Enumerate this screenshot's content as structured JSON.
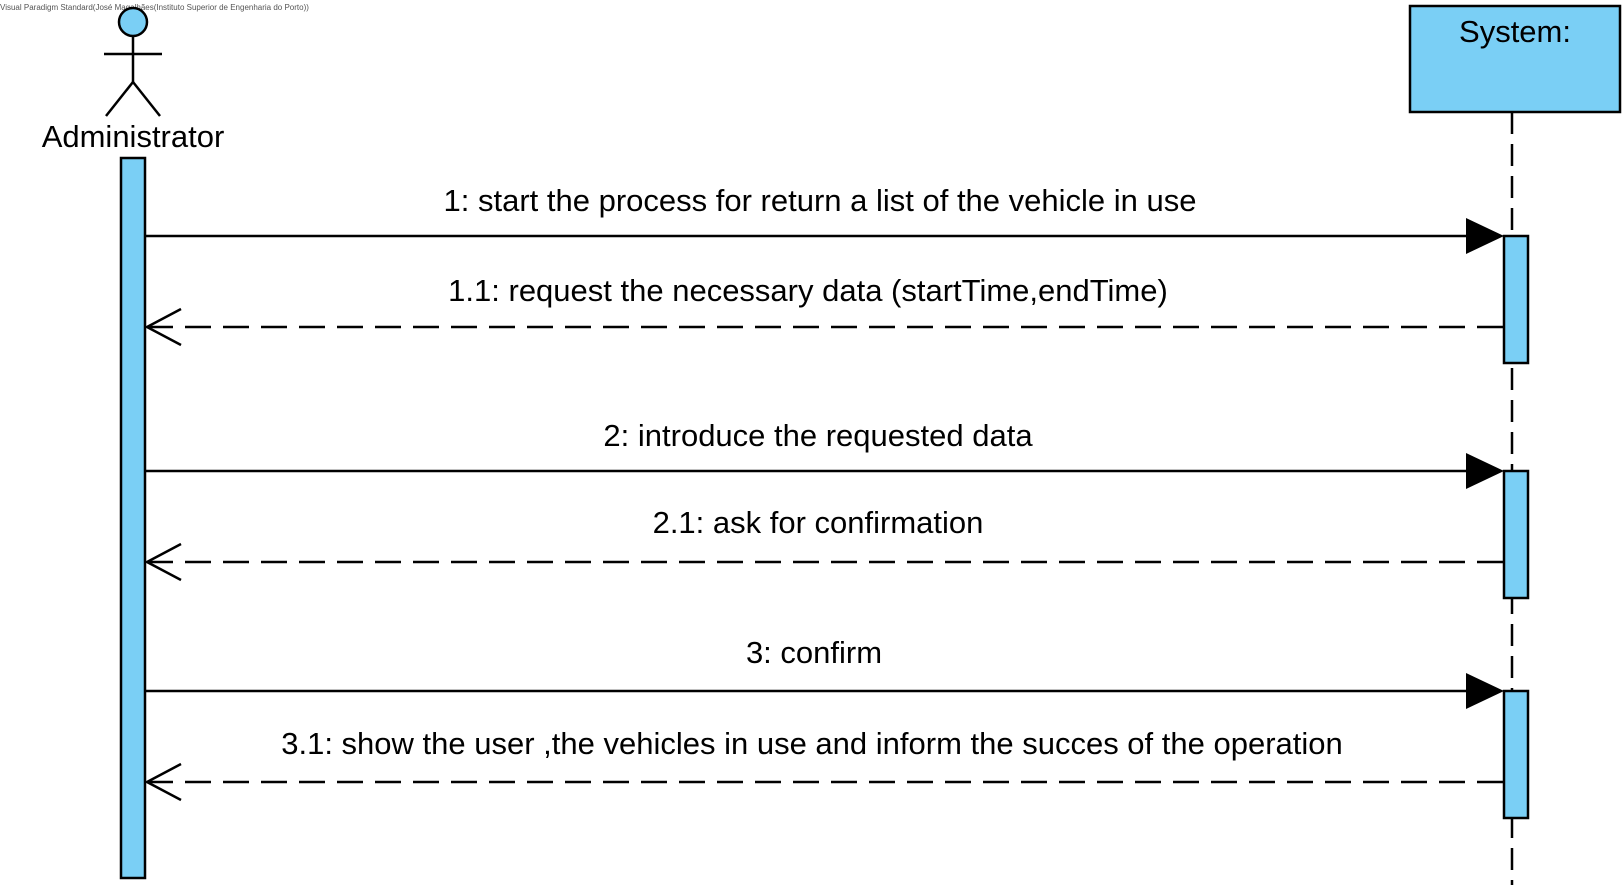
{
  "watermark": "Visual Paradigm Standard(José Magalhães(Instituto Superior de Engenharia do Porto))",
  "colors": {
    "fill": "#7ACFF5",
    "stroke": "#000000",
    "background": "#FFFFFF"
  },
  "actor": {
    "name": "Administrator"
  },
  "lifeline": {
    "name": "System:"
  },
  "messages": [
    {
      "id": "m1",
      "label": "1: start the process for return a list of the vehicle in use",
      "kind": "sync"
    },
    {
      "id": "m1_1",
      "label": "1.1: request the necessary data (startTime,endTime)",
      "kind": "return"
    },
    {
      "id": "m2",
      "label": "2: introduce the requested data",
      "kind": "sync"
    },
    {
      "id": "m2_1",
      "label": "2.1: ask for confirmation",
      "kind": "return"
    },
    {
      "id": "m3",
      "label": "3: confirm",
      "kind": "sync"
    },
    {
      "id": "m3_1",
      "label": "3.1: show the user ,the vehicles in use and inform the succes of the operation",
      "kind": "return"
    }
  ]
}
